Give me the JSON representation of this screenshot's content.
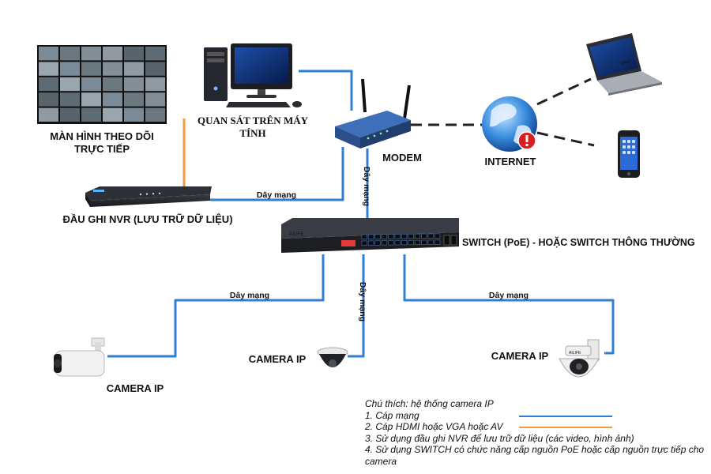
{
  "colors": {
    "network_cable": "#2f7fd6",
    "hdmi_cable": "#f39a3d",
    "internet_link": "#222222"
  },
  "labels": {
    "monitor": [
      "MÀN HÌNH THEO DÕI",
      "TRỰC TIẾP"
    ],
    "computer": [
      "QUAN SÁT TRÊN MÁY",
      "TÍNH"
    ],
    "modem": "MODEM",
    "internet": "INTERNET",
    "nvr": "ĐẦU GHI NVR (LƯU TRỮ DỮ LIỆU)",
    "switch": "SWITCH (PoE)  - HOẶC SWITCH THÔNG THƯỜNG",
    "camera_bullet": "CAMERA IP",
    "camera_dome": "CAMERA IP",
    "camera_ptz": "CAMERA IP"
  },
  "cables": {
    "nvr_link": "Dây mạng",
    "modem_switch": "Dây mạng",
    "left_camera": "Dây mạng",
    "center_camera": "Dây mạng",
    "right_camera": "Dây mạng"
  },
  "devices": {
    "switch_brand": "AILIFE",
    "laptop_brand": "VAIO",
    "ptz_brand": "AILIFE"
  },
  "legend": {
    "title": "Chú thích: hệ thống camera IP",
    "items": [
      "1. Cáp mạng",
      "2. Cáp HDMI hoặc VGA hoặc AV",
      "3. Sử dụng đầu ghi NVR để lưu trữ dữ liệu (các video, hình ảnh)",
      "4. Sử dụng SWITCH có chức năng cấp nguồn PoE hoặc cấp nguồn trực tiếp cho camera"
    ]
  }
}
